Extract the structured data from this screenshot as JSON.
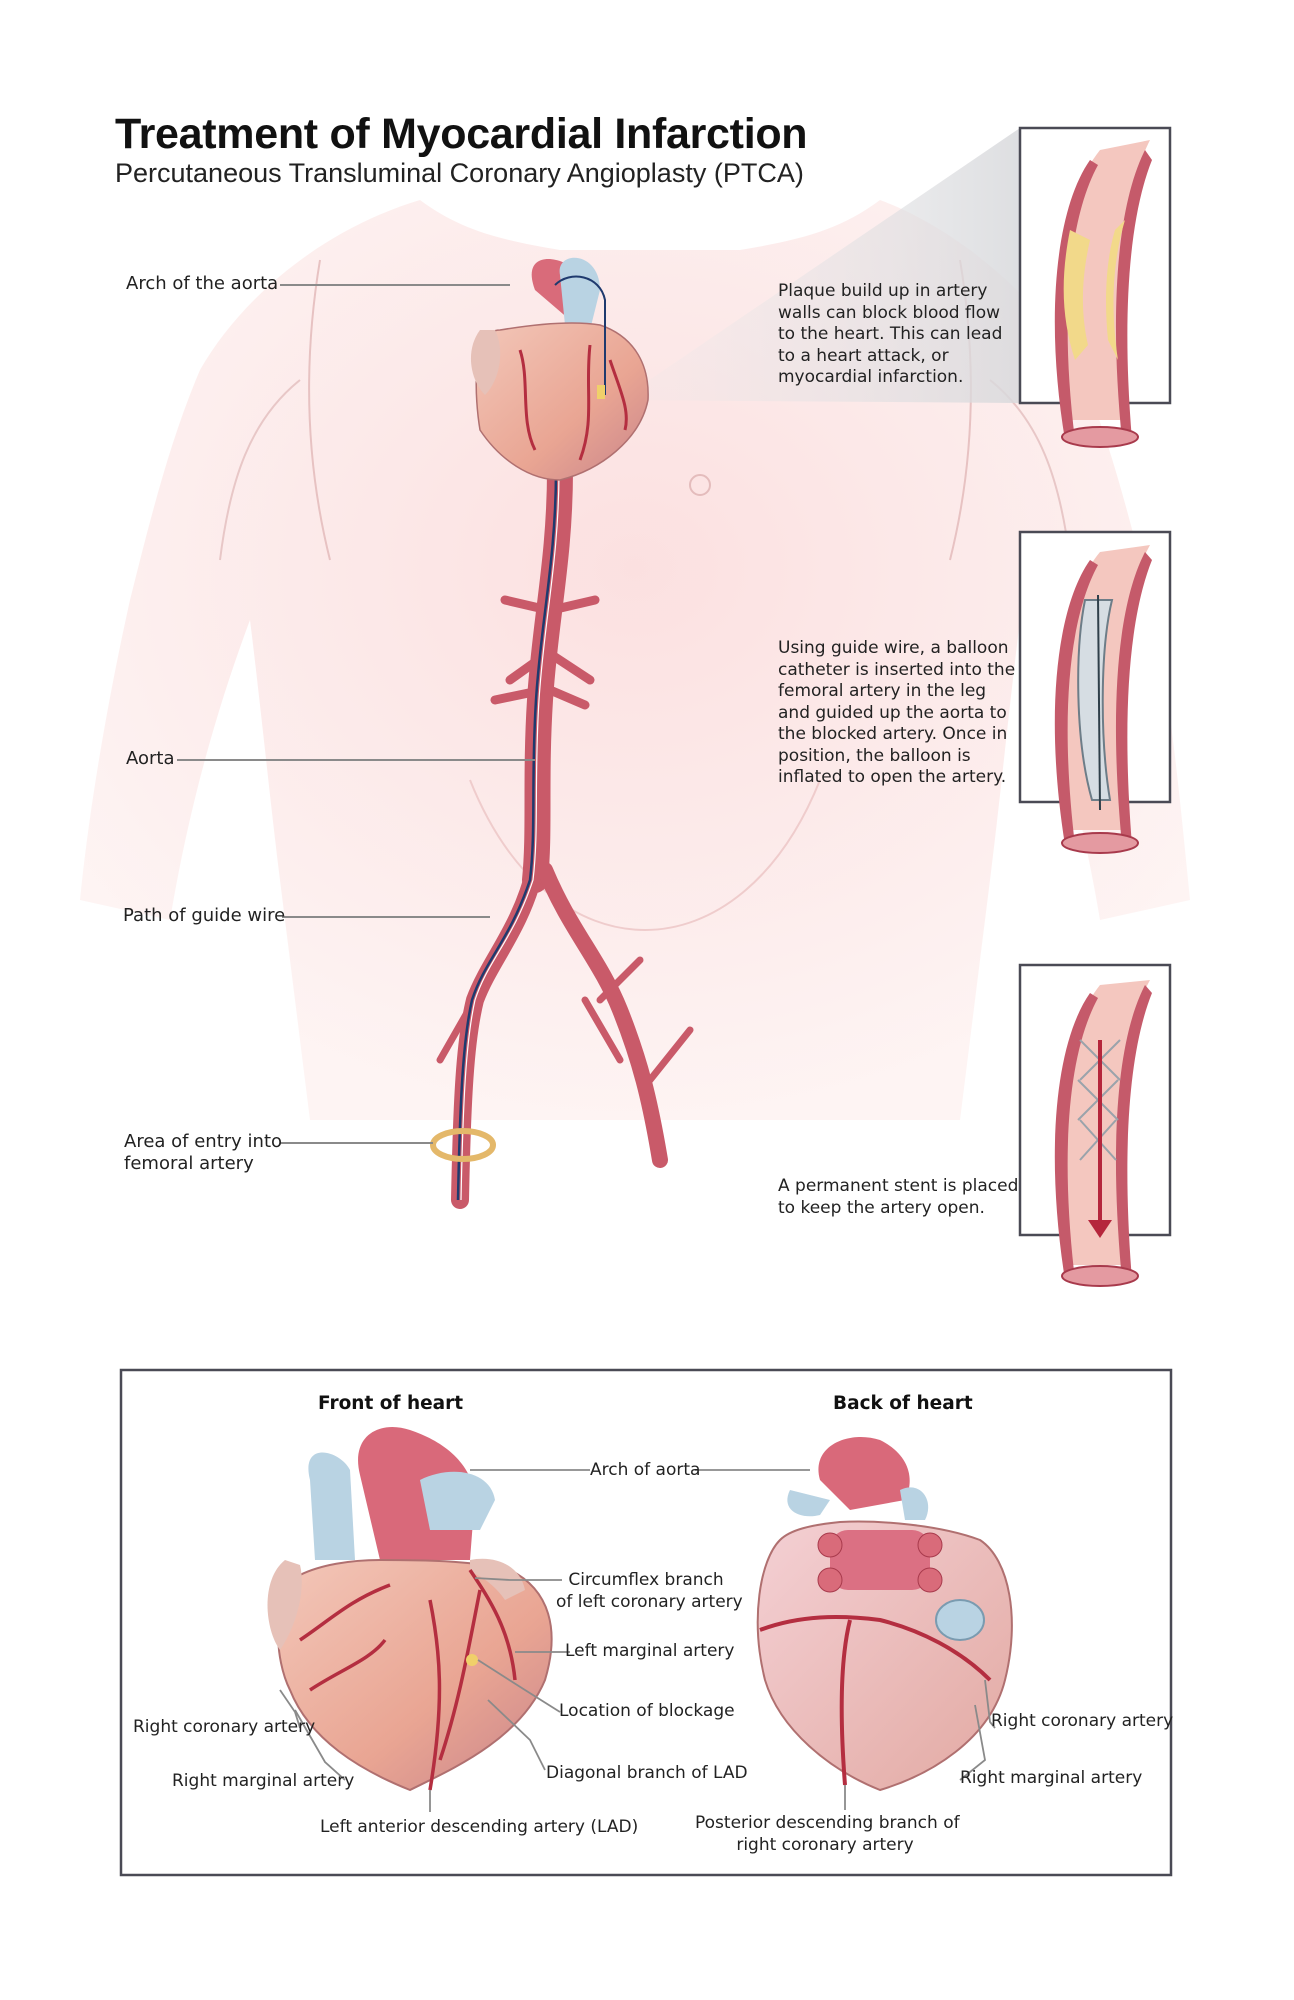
{
  "title": "Treatment of Myocardial Infarction",
  "subtitle": "Percutaneous Transluminal Coronary Angioplasty (PTCA)",
  "body_labels": {
    "arch": "Arch of the aorta",
    "aorta": "Aorta",
    "guide_wire": "Path of guide wire",
    "entry_line1": "Area of entry into",
    "entry_line2": "femoral artery"
  },
  "steps": [
    {
      "lines": [
        "Plaque build up in artery",
        "walls can block blood flow",
        "to the heart. This can lead",
        "to a heart attack, or",
        "myocardial infarction."
      ]
    },
    {
      "lines": [
        "Using guide wire, a balloon",
        "catheter is inserted into the",
        "femoral artery in the leg",
        "and guided up the aorta to",
        "the blocked artery. Once in",
        "position, the balloon is",
        "inflated to open the artery."
      ]
    },
    {
      "lines": [
        "A permanent stent is placed",
        "to keep the artery open."
      ]
    }
  ],
  "heart_panel": {
    "front_heading": "Front of heart",
    "back_heading": "Back of heart",
    "labels": {
      "arch_of_aorta": "Arch of aorta",
      "circumflex_1": "Circumflex branch",
      "circumflex_2": "of left coronary artery",
      "left_marginal": "Left marginal artery",
      "blockage": "Location of blockage",
      "diagonal": "Diagonal branch of LAD",
      "lad": "Left anterior descending artery (LAD)",
      "right_coronary_front": "Right coronary artery",
      "right_marginal_front": "Right marginal artery",
      "right_coronary_back": "Right coronary artery",
      "right_marginal_back": "Right marginal artery",
      "posterior_1": "Posterior descending branch of",
      "posterior_2": "right coronary artery"
    }
  },
  "colors": {
    "skin": "#fbe3e0",
    "artery": "#cf5f6e",
    "artery_dark": "#a83a4c",
    "plaque": "#f2d98a",
    "vein": "#b9d3e3",
    "frame": "#4a4a55"
  }
}
